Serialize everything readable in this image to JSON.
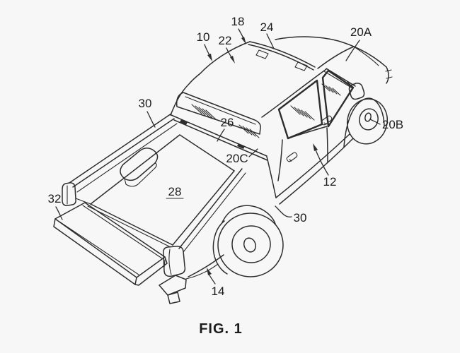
{
  "figure": {
    "caption": "FIG. 1",
    "labels": [
      {
        "text": "10"
      },
      {
        "text": "18"
      },
      {
        "text": "22"
      },
      {
        "text": "24"
      },
      {
        "text": "20A"
      },
      {
        "text": "20B"
      },
      {
        "text": "26"
      },
      {
        "text": "20C"
      },
      {
        "text": "30"
      },
      {
        "text": "30"
      },
      {
        "text": "28"
      },
      {
        "text": "32"
      },
      {
        "text": "12"
      },
      {
        "text": "14"
      }
    ],
    "colors": {
      "background": "#f7f7f7",
      "line": "#2d2d2d",
      "label_text": "#1c1c1c"
    }
  }
}
